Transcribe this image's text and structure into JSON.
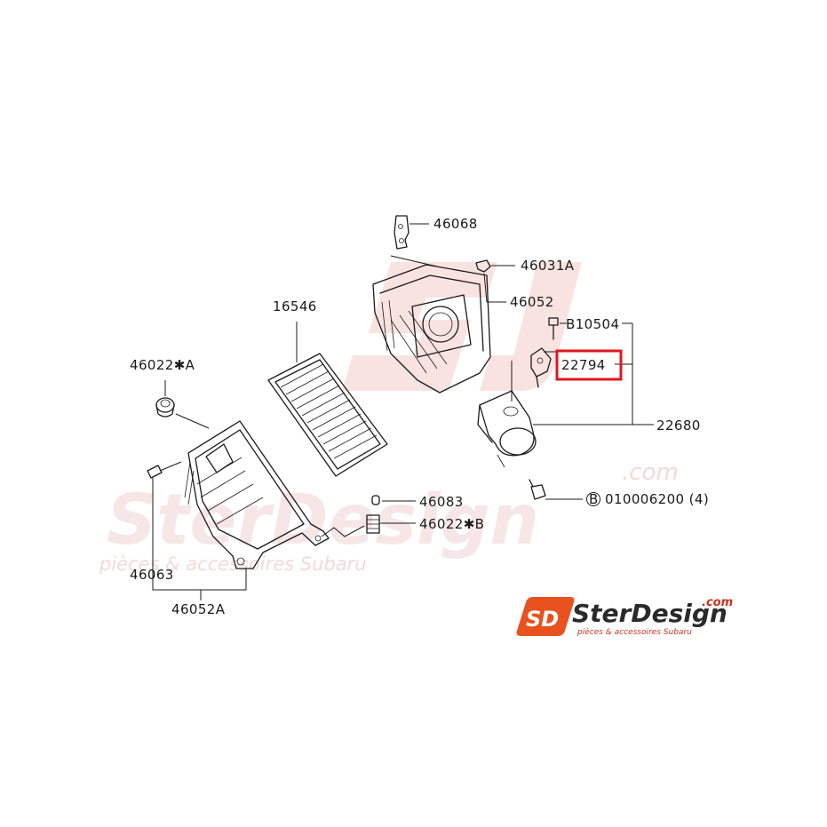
{
  "diagram": {
    "parts": {
      "p46068": "46068",
      "p46031A": "46031A",
      "p46052": "46052",
      "p16546": "16546",
      "pB10504": "B10504",
      "p22794": "22794",
      "p22680": "22680",
      "p46022A": "46022✱A",
      "p46083": "46083",
      "p46022B": "46022✱B",
      "pB0100": "010006200 (4)",
      "pB_symbol": "B",
      "p46063": "46063",
      "p46052A": "46052A"
    },
    "highlight": {
      "part": "22794",
      "color": "#e0161e"
    }
  },
  "watermark": {
    "brand": "SterDesign",
    "dotcom": ".com",
    "tagline": "pièces & accessoires Subaru"
  },
  "logo": {
    "badge": "SD",
    "brand": "SterDesign",
    "dotcom": ".com",
    "tagline": "pièces & accessoires Subaru",
    "colors": {
      "badge": "#e8521f",
      "text": "#2a2a2a",
      "accent": "#c8321f"
    }
  }
}
